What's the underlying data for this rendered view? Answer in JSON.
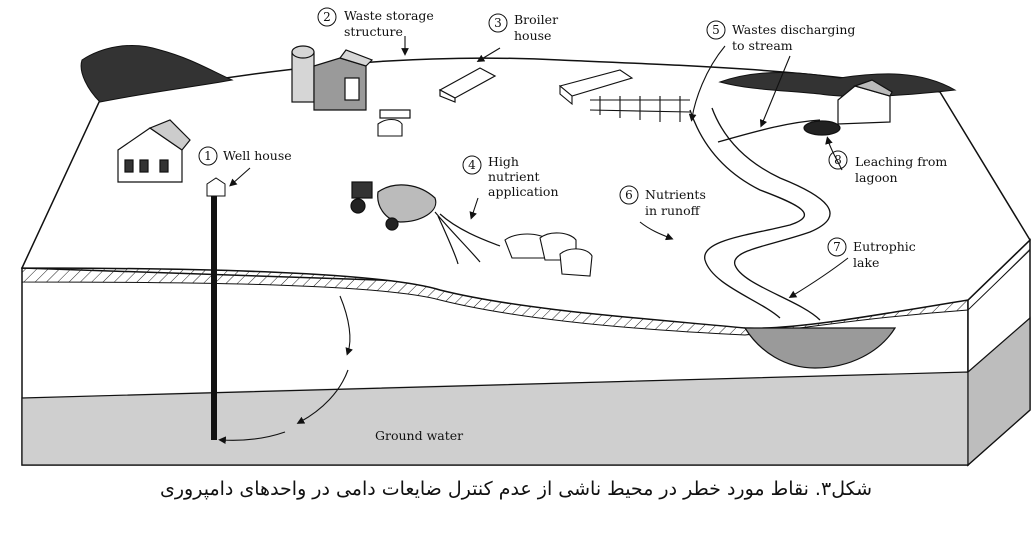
{
  "diagram": {
    "labels": {
      "well_house": "Well house",
      "waste_storage_line1": "Waste storage",
      "waste_storage_line2": "structure",
      "broiler_line1": "Broiler",
      "broiler_line2": "house",
      "high_nutrient_line1": "High",
      "high_nutrient_line2": "nutrient",
      "high_nutrient_line3": "application",
      "wastes_line1": "Wastes discharging",
      "wastes_line2": "to stream",
      "runoff_line1": "Nutrients",
      "runoff_line2": "in runoff",
      "eutrophic_line1": "Eutrophic",
      "eutrophic_line2": "lake",
      "leaching_line1": "Leaching from",
      "leaching_line2": "lagoon",
      "ground_water": "Ground water"
    },
    "numbers": {
      "n1": "1",
      "n2": "2",
      "n3": "3",
      "n4": "4",
      "n5": "5",
      "n6": "6",
      "n7": "7",
      "n8": "8"
    }
  },
  "caption": "شکل۳. نقاط  مورد خطر در محیط ناشی از عدم کنترل ضایعات دامی در واحدهای دامپروری"
}
